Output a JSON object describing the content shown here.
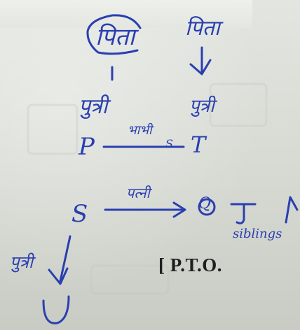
{
  "printed_text": {
    "pto": "[ P.T.O."
  },
  "handwriting": {
    "top_left": "पिता",
    "top_right": "पिता",
    "mid_left": "पुत्री",
    "mid_right": "पुत्री",
    "p_label": "P",
    "sister_label": "भाभी",
    "s_small": "S",
    "t_label": "T",
    "s_label": "S",
    "arrow_label": "पत्नी",
    "q_label": "Q",
    "j_label": "J",
    "r_label": "R",
    "siblings": "siblings",
    "bottom_label": "पुत्री",
    "u_label": "U"
  },
  "colors": {
    "ink": "#2a3fb0",
    "paper": "#d9dcd6",
    "print": "#1f1f1f"
  }
}
